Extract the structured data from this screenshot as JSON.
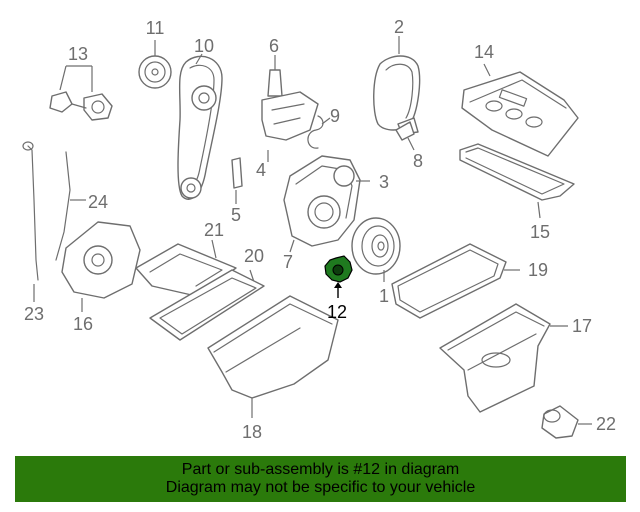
{
  "callouts": {
    "c1": "1",
    "c2": "2",
    "c3": "3",
    "c4": "4",
    "c5": "5",
    "c6": "6",
    "c7": "7",
    "c8": "8",
    "c9": "9",
    "c10": "10",
    "c11": "11",
    "c12": "12",
    "c13": "13",
    "c14": "14",
    "c15": "15",
    "c16": "16",
    "c17": "17",
    "c18": "18",
    "c19": "19",
    "c20": "20",
    "c21": "21",
    "c22": "22",
    "c23": "23",
    "c24": "24"
  },
  "highlighted_part": "12",
  "colors": {
    "banner": "#2b7a0b",
    "highlight": "#1f7a1f",
    "line": "#6e6e6e"
  },
  "banner": {
    "line1": "Part or sub-assembly is #12 in diagram",
    "line2": "Diagram may not be specific to your vehicle"
  }
}
